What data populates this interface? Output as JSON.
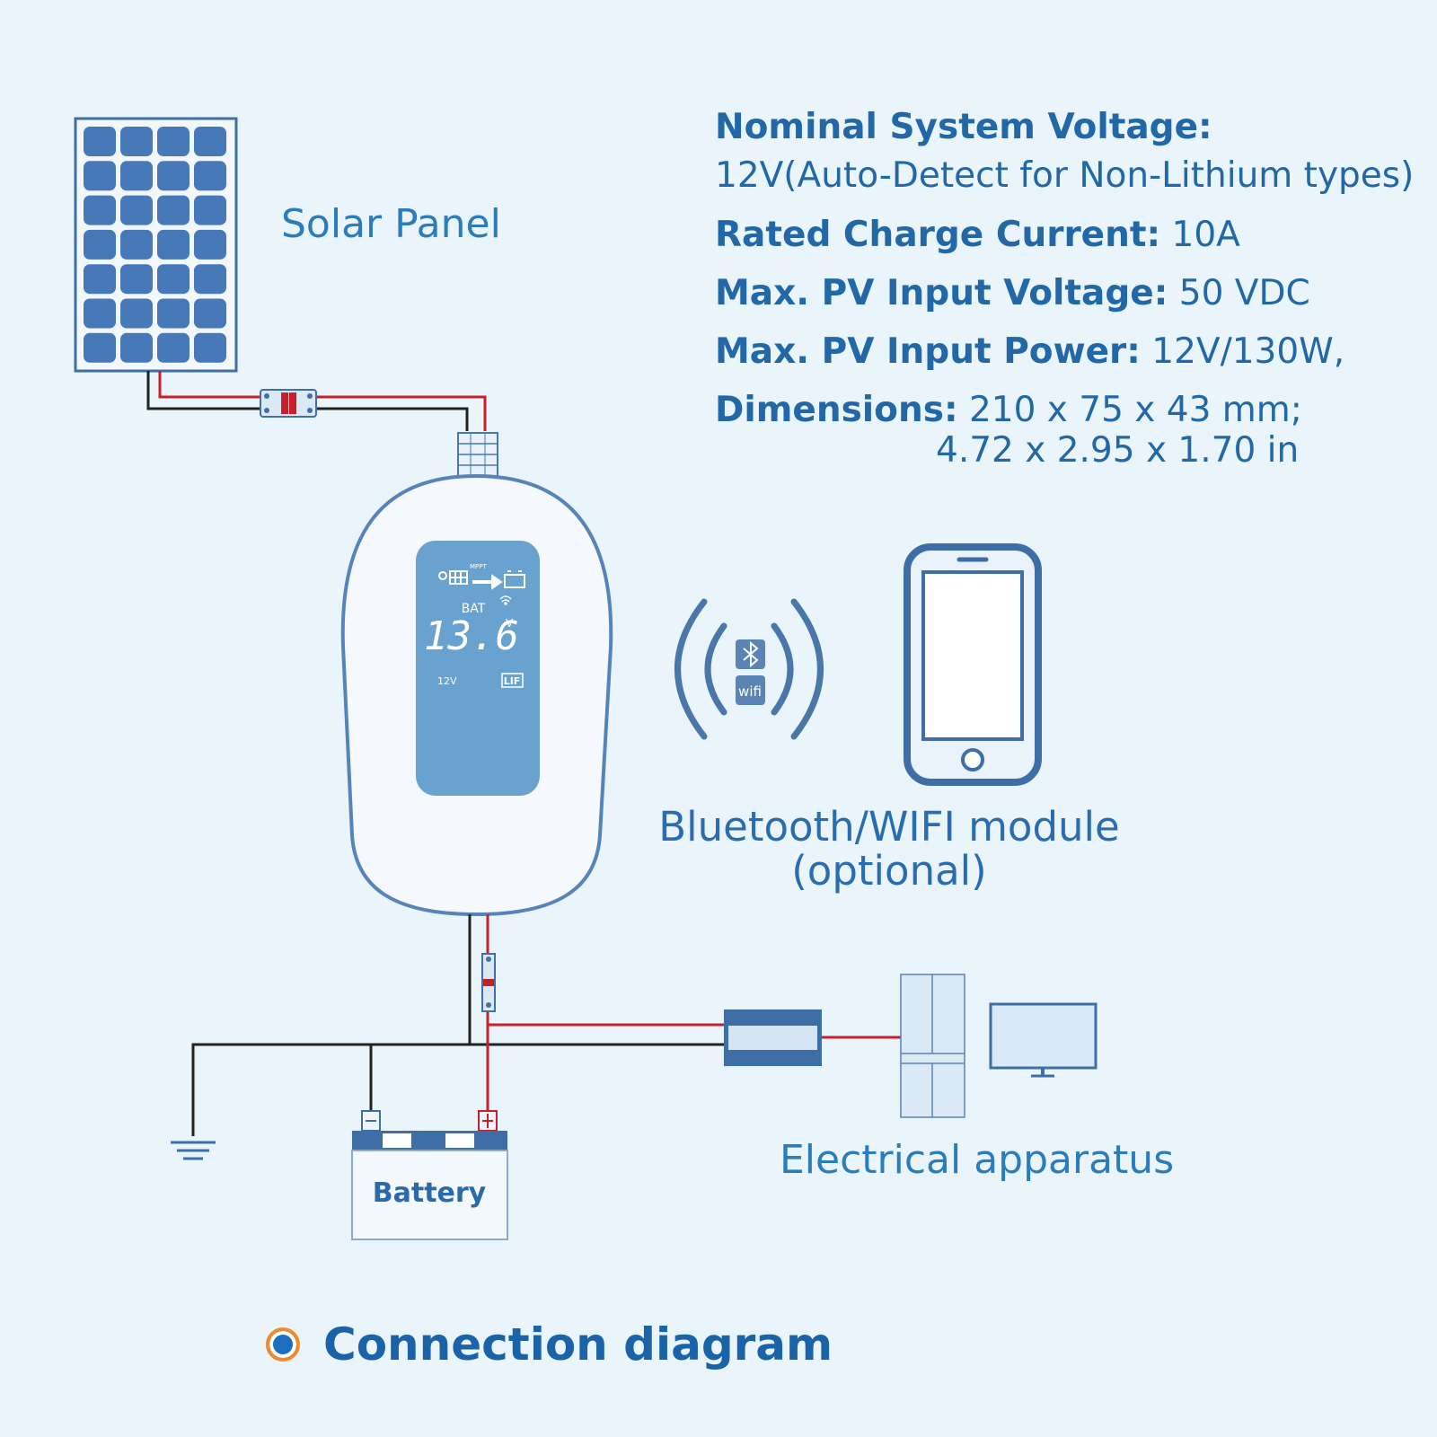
{
  "labels": {
    "solar_panel": "Solar Panel",
    "module_line1": "Bluetooth/WIFI module",
    "module_line2": "(optional)",
    "apparatus": "Electrical apparatus",
    "battery": "Battery",
    "connection_diagram": "Connection diagram"
  },
  "specs": {
    "nominal_voltage_label": "Nominal System Voltage:",
    "nominal_voltage_value": "12V(Auto-Detect for Non-Lithium types)",
    "charge_current_label": "Rated Charge Current:",
    "charge_current_value": "10A",
    "pv_voltage_label": "Max. PV Input Voltage:",
    "pv_voltage_value": "50 VDC",
    "pv_power_label": "Max. PV Input Power:",
    "pv_power_value": "12V/130W,",
    "dimensions_label": "Dimensions:",
    "dimensions_mm": "210 x 75 x 43 mm;",
    "dimensions_in": "4.72 x 2.95 x 1.70 in"
  },
  "controller_display": {
    "bat_label": "BAT",
    "voltage": "13.6",
    "unit": "V",
    "system_voltage": "12V",
    "battery_type": "LIF",
    "mppt_label": "MPPT"
  },
  "module_icons": {
    "bluetooth": "bluetooth-icon",
    "wifi_text": "wifi"
  },
  "colors": {
    "accent": "#2a6db0",
    "background": "#eaf4fb",
    "wire_positive": "#c8202a",
    "wire_negative": "#222222",
    "bullet_ring": "#f08a2c"
  }
}
